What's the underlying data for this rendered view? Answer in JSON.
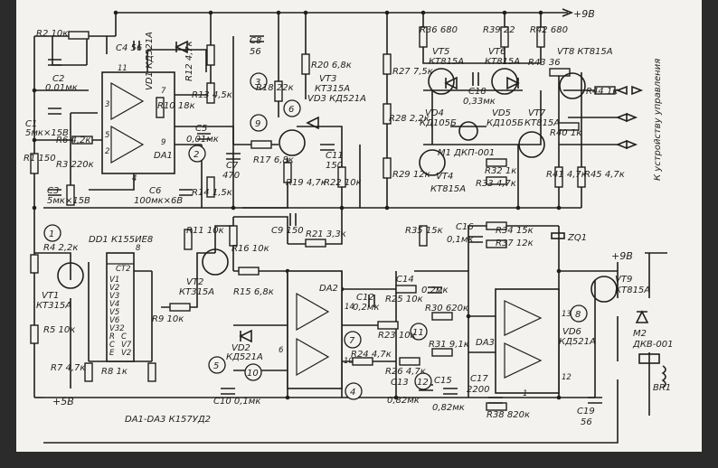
{
  "supply": {
    "v9_top": "+9В",
    "v9_right": "+9В",
    "v5": "+5В"
  },
  "chips": {
    "da1": "DA1",
    "da2": "DA2",
    "da3": "DA3",
    "dd1_title": "DD1 К155ИЕ8",
    "dd1_ct": "CT2",
    "dd1_pins": [
      "V1",
      "V2",
      "V3",
      "V4",
      "V5",
      "V6",
      "V32",
      "R",
      "C",
      "E",
      "C",
      "V7",
      "V2"
    ],
    "note": "DA1-DA3  К157УД2"
  },
  "resistors": {
    "r1": "R1 150",
    "r2": "R2 10к",
    "r3": "R3 220к",
    "r4": "R4 2,2к",
    "r5": "R5 10к",
    "r6": "R6 4,2к",
    "r7": "R7 4,7к",
    "r8": "R8 1к",
    "r9": "R9 10к",
    "r10": "R10 18к",
    "r11": "R11 10к",
    "r12": "R12 4,7к",
    "r13": "R13 4,5к",
    "r14": "R14 1,5к",
    "r15": "R15 6,8к",
    "r16": "R16 10к",
    "r17": "R17 6,8к",
    "r18": "R18 22к",
    "r19": "R19 4,7к",
    "r20": "R20 6,8к",
    "r21": "R21 3,3к",
    "r22": "R22 10к",
    "r23": "R23 10к",
    "r24": "R24 4,7к",
    "r25": "R25 10к",
    "r26": "R26 4,7к",
    "r27": "R27 7,5к",
    "r28": "R28 2,2к",
    "r29": "R29 12к",
    "r30": "R30 620к",
    "r31": "R31 9,1к",
    "r32": "R32 1к",
    "r33": "R33 4,7к",
    "r34": "R34 15к",
    "r35": "R35 15к",
    "r36": "R36 680",
    "r37": "R37 12к",
    "r38": "R38 820к",
    "r39": "R39 22",
    "r40": "R40 1к",
    "r41": "R41 4,7к",
    "r42": "R42 680",
    "r43": "R43 36",
    "r44": "R44 1к",
    "r45": "R45 4,7к"
  },
  "capacitors": {
    "c1": "C1",
    "c1v": "5мк×15В",
    "c2": "C2",
    "c2v": "0,01мк",
    "c3": "C3",
    "c3v": "5мк×15В",
    "c4": "C4 56",
    "c5": "C5",
    "c5v": "0,01мк",
    "c6": "C6",
    "c6v": "100мк×6В",
    "c7": "C7",
    "c7v": "470",
    "c8": "C8",
    "c8v": "56",
    "c9": "C9 150",
    "c10": "C10 0,1мк",
    "c11": "C11",
    "c11v": "150",
    "c12": "C12",
    "c12v": "0,2мк",
    "c13": "C13",
    "c13v": "0,82мк",
    "c14": "C14",
    "c14v": "0,2мк",
    "c15": "C15",
    "c15v": "0,82мк",
    "c16": "C16",
    "c16v": "0,1мк",
    "c17": "C17",
    "c17v": "2200",
    "c18": "C18",
    "c18v": "0,33мк",
    "c19": "C19",
    "c19v": "56"
  },
  "transistors": {
    "vt1": "VT1",
    "vt1t": "КТ315А",
    "vt2": "VT2",
    "vt2t": "КТ315А",
    "vt3": "VT3",
    "vt3t": "КТ315А",
    "vt4": "VT4",
    "vt4t": "КТ815А",
    "vt5": "VT5",
    "vt5t": "КТ815А",
    "vt6": "VT6",
    "vt6t": "КТ815А",
    "vt7": "VT7",
    "vt7t": "КТ815А",
    "vt8": "VT8 КТ815А",
    "vt9": "VT9",
    "vt9t": "КТ815А"
  },
  "diodes": {
    "vd1": "VD1 КД521А",
    "vd2": "VD2",
    "vd2t": "КД521А",
    "vd3": "VD3 КД521А",
    "vd4": "VD4",
    "vd4t": "КД105Б",
    "vd5": "VD5",
    "vd5t": "КД105Б",
    "vd6": "VD6",
    "vd6t": "КД521А"
  },
  "others": {
    "m1": "M1 ДКП-001",
    "m2": "M2",
    "m2t": "ДКВ-001",
    "br1": "BR1",
    "zq1": "ZQ1"
  },
  "device_label": "К устройству управления",
  "nodes": [
    "1",
    "2",
    "3",
    "4",
    "5",
    "6",
    "7",
    "8",
    "9",
    "10",
    "11",
    "12"
  ],
  "pins": [
    "3",
    "11",
    "5",
    "2",
    "4",
    "9",
    "7",
    "8",
    "6",
    "14",
    "10",
    "12",
    "13",
    "1"
  ]
}
